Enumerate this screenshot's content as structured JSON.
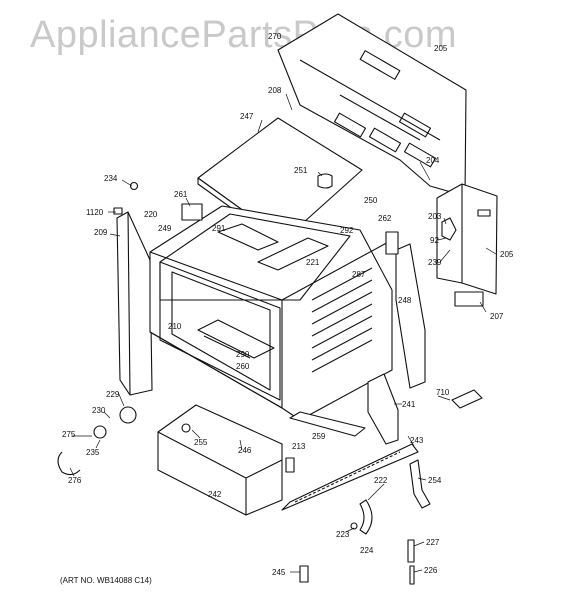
{
  "watermark": "AppliancePartsPros.com",
  "art_number": "(ART NO. WB14088 C14)",
  "callouts": [
    "270",
    "205",
    "208",
    "247",
    "204",
    "234",
    "261",
    "251",
    "250",
    "1120",
    "220",
    "262",
    "203",
    "209",
    "249",
    "291",
    "292",
    "92",
    "205",
    "221",
    "239",
    "287",
    "248",
    "207",
    "210",
    "290",
    "260",
    "710",
    "229",
    "241",
    "230",
    "259",
    "275",
    "255",
    "213",
    "243",
    "235",
    "246",
    "254",
    "276",
    "242",
    "222",
    "223",
    "227",
    "224",
    "245",
    "226"
  ]
}
